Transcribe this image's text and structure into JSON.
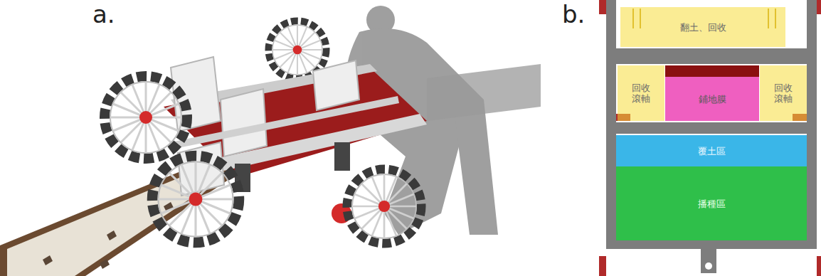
{
  "diagram": {
    "nodes": [
      {
        "text": [
          "翻土、回收"
        ]
      },
      {
        "text": [
          "回收 滾軸"
        ]
      },
      {
        "text": [
          "鋪地膜"
        ]
      },
      {
        "text": [
          "回收 滾軸"
        ]
      },
      {
        "text": [
          "覆土區"
        ]
      },
      {
        "text": [
          "播種區"
        ]
      }
    ],
    "labels": [
      "a.",
      "b."
    ]
  }
}
